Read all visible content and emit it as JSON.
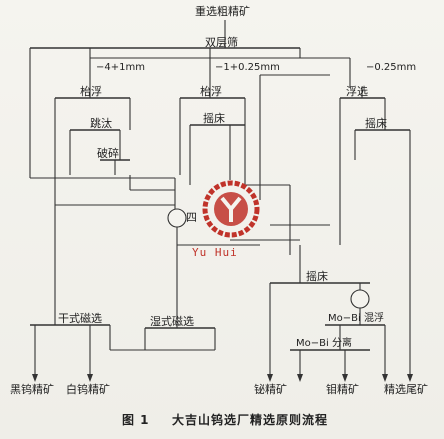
{
  "nodes": {
    "top_feed": "重选粗精矿",
    "double_screen": "双层筛",
    "size_coarse": "−4+1mm",
    "size_mid": "−1+0.25mm",
    "size_fine": "−0.25mm",
    "jig_flot_left": "枱浮",
    "jig": "跳汰",
    "crush": "破碎",
    "jig_flot_mid": "枱浮",
    "table_mid": "摇床",
    "flotation": "浮选",
    "table_right": "摇床",
    "table_lower": "摇床",
    "mo_bi_mixed": "Mo−Bi 混浮",
    "mo_bi_sep": "Mo−Bi 分离",
    "dry_magnetic": "干式磁选",
    "wet_magnetic": "湿式磁选",
    "unlabeled_node": "四"
  },
  "products": {
    "black_tungsten": "黑钨精矿",
    "white_tungsten": "白钨精矿",
    "bismuth": "铋精矿",
    "molybdenum": "钼精矿",
    "tailings": "精选尾矿"
  },
  "watermark": {
    "brand": "Yu  Hui",
    "color": "#c0332a"
  },
  "caption": {
    "figure_no": "图 1",
    "title": "大吉山钨选厂精选原则流程"
  }
}
